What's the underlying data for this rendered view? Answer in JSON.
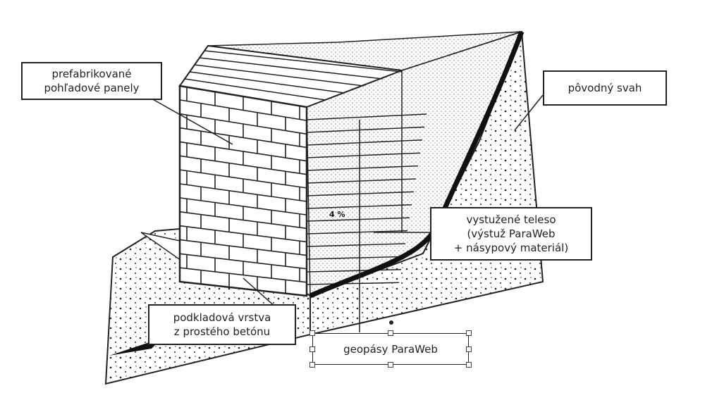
{
  "labels": {
    "panels": [
      "prefabrikované",
      "pohľadové panely"
    ],
    "slope": "pôvodný svah",
    "reinforced": [
      "vystužené teleso",
      "(výstuž ParaWeb",
      "+ násypový materiál)"
    ],
    "base": [
      "podkladová vrstva",
      "z prostého betónu"
    ],
    "strips": "geopásy ParaWeb",
    "gradient": "4 %"
  },
  "colors": {
    "ink": "#222222",
    "background": "#ffffff"
  }
}
